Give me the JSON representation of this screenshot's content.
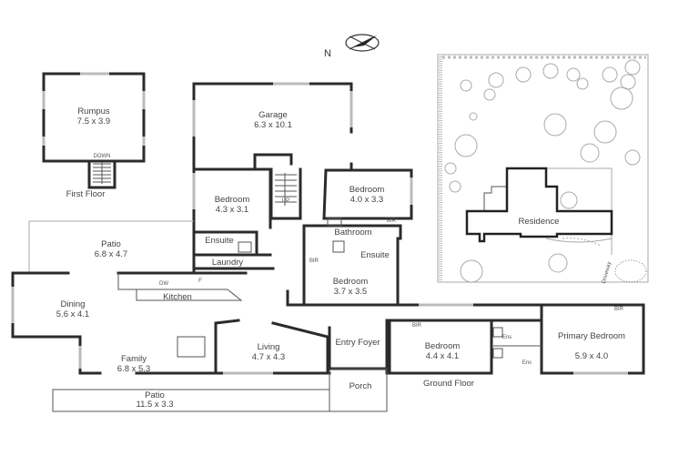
{
  "compass": {
    "label": "N",
    "icon": "north-arrow-icon"
  },
  "first_floor": {
    "title": "First Floor",
    "rooms": [
      {
        "name": "Rumpus",
        "size": "7.5 x 3.9"
      }
    ],
    "stair_label": "DOWN"
  },
  "ground_floor": {
    "title": "Ground Floor",
    "stair_label": "UP",
    "rooms": [
      {
        "name": "Garage",
        "size": "6.3 x 10.1"
      },
      {
        "name": "Bedroom",
        "size": "4.3 x 3.1"
      },
      {
        "name": "Bedroom",
        "size": "4.0 x 3.3"
      },
      {
        "name": "Bathroom",
        "size": ""
      },
      {
        "name": "Ensuite",
        "size": ""
      },
      {
        "name": "Ensuite",
        "size": ""
      },
      {
        "name": "Laundry",
        "size": ""
      },
      {
        "name": "Patio",
        "size": "6.8 x 4.7"
      },
      {
        "name": "Kitchen",
        "size": ""
      },
      {
        "name": "Bedroom",
        "size": "3.7 x 3.5"
      },
      {
        "name": "Dining",
        "size": "5.6 x 4.1"
      },
      {
        "name": "Family",
        "size": "6.8 x 5.3"
      },
      {
        "name": "Living",
        "size": "4.7 x 4.3"
      },
      {
        "name": "Entry Foyer",
        "size": ""
      },
      {
        "name": "Porch",
        "size": ""
      },
      {
        "name": "Bedroom",
        "size": "4.4 x 4.1"
      },
      {
        "name": "Primary Bedroom",
        "size": "5.9 x 4.0"
      },
      {
        "name": "Patio",
        "size": "11.5 x 3.3"
      },
      {
        "name": "Ens",
        "size": ""
      },
      {
        "name": "Ens",
        "size": ""
      }
    ],
    "fixtures": {
      "bir": "BIR",
      "dw": "DW",
      "fridge": "F"
    }
  },
  "site_plan": {
    "residence": "Residence",
    "driveway": "Driveway"
  }
}
